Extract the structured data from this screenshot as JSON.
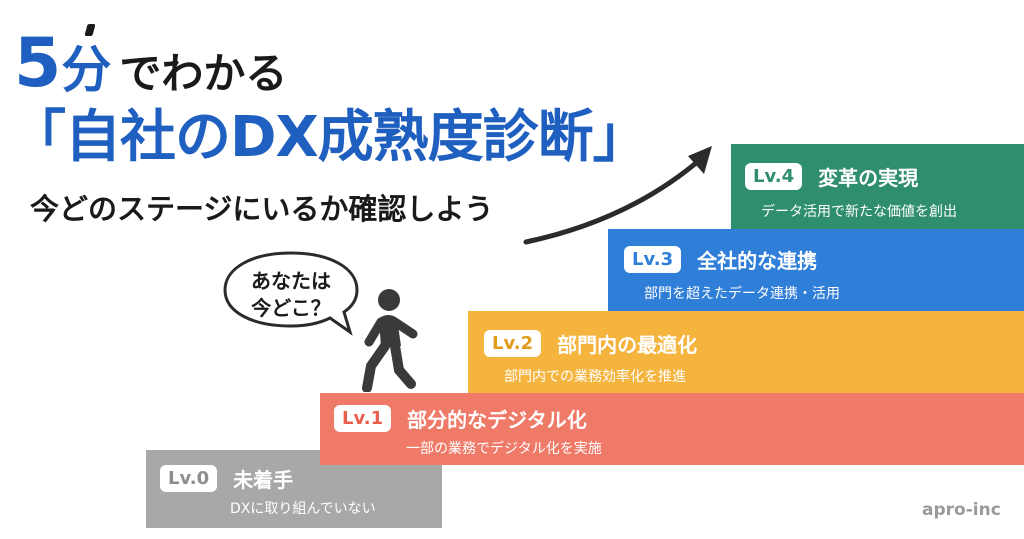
{
  "header": {
    "number": "5",
    "minutes": "分",
    "rest": "でわかる",
    "title": "「自社のDX成熟度診断」",
    "subtitle": "今どのステージにいるか確認しよう"
  },
  "bubble": {
    "line1": "あなたは",
    "line2": "今どこ？"
  },
  "levels": [
    {
      "badge": "Lv.0",
      "title": "未着手",
      "desc": "DXに取り組んでいない",
      "color": "#a8a8a8"
    },
    {
      "badge": "Lv.1",
      "title": "部分的なデジタル化",
      "desc": "一部の業務でデジタル化を実施",
      "color": "#f07a68"
    },
    {
      "badge": "Lv.2",
      "title": "部門内の最適化",
      "desc": "部門内での業務効率化を推進",
      "color": "#f4b43e"
    },
    {
      "badge": "Lv.3",
      "title": "全社的な連携",
      "desc": "部門を超えたデータ連携・活用",
      "color": "#2f7ed8"
    },
    {
      "badge": "Lv.4",
      "title": "変革の実現",
      "desc": "データ活用で新たな価値を創出",
      "color": "#2f8f6c"
    }
  ],
  "brand": "apro-inc",
  "icons": [
    "upward-arrow-icon",
    "walking-person-icon",
    "speech-bubble-icon"
  ]
}
